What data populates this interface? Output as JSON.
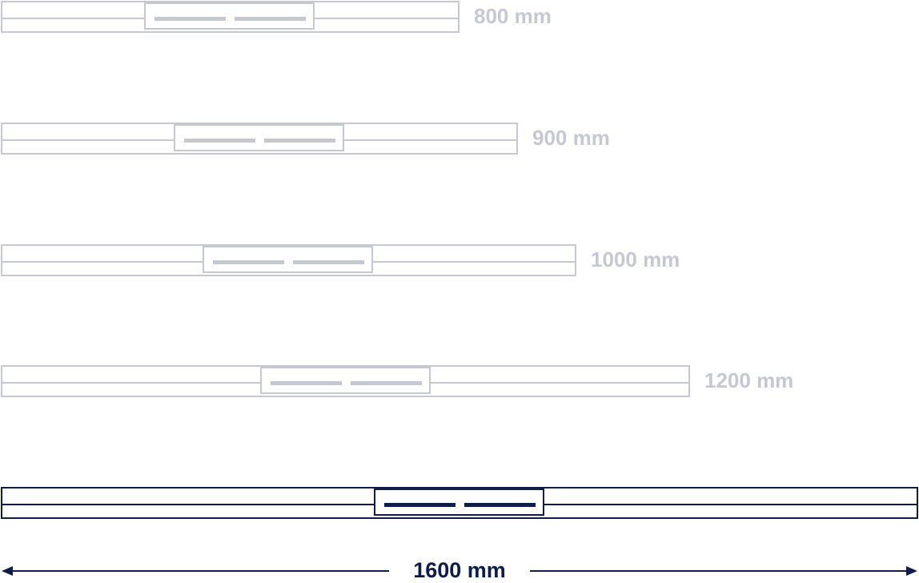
{
  "colors": {
    "inactive": "#c5c8d3",
    "active": "#0d1b4d",
    "background": "#ffffff"
  },
  "sizes": [
    {
      "label": "800 mm",
      "active": false
    },
    {
      "label": "900 mm",
      "active": false
    },
    {
      "label": "1000 mm",
      "active": false
    },
    {
      "label": "1200 mm",
      "active": false
    },
    {
      "label": "1600 mm",
      "active": true
    }
  ],
  "dimension": {
    "label": "1600 mm"
  }
}
